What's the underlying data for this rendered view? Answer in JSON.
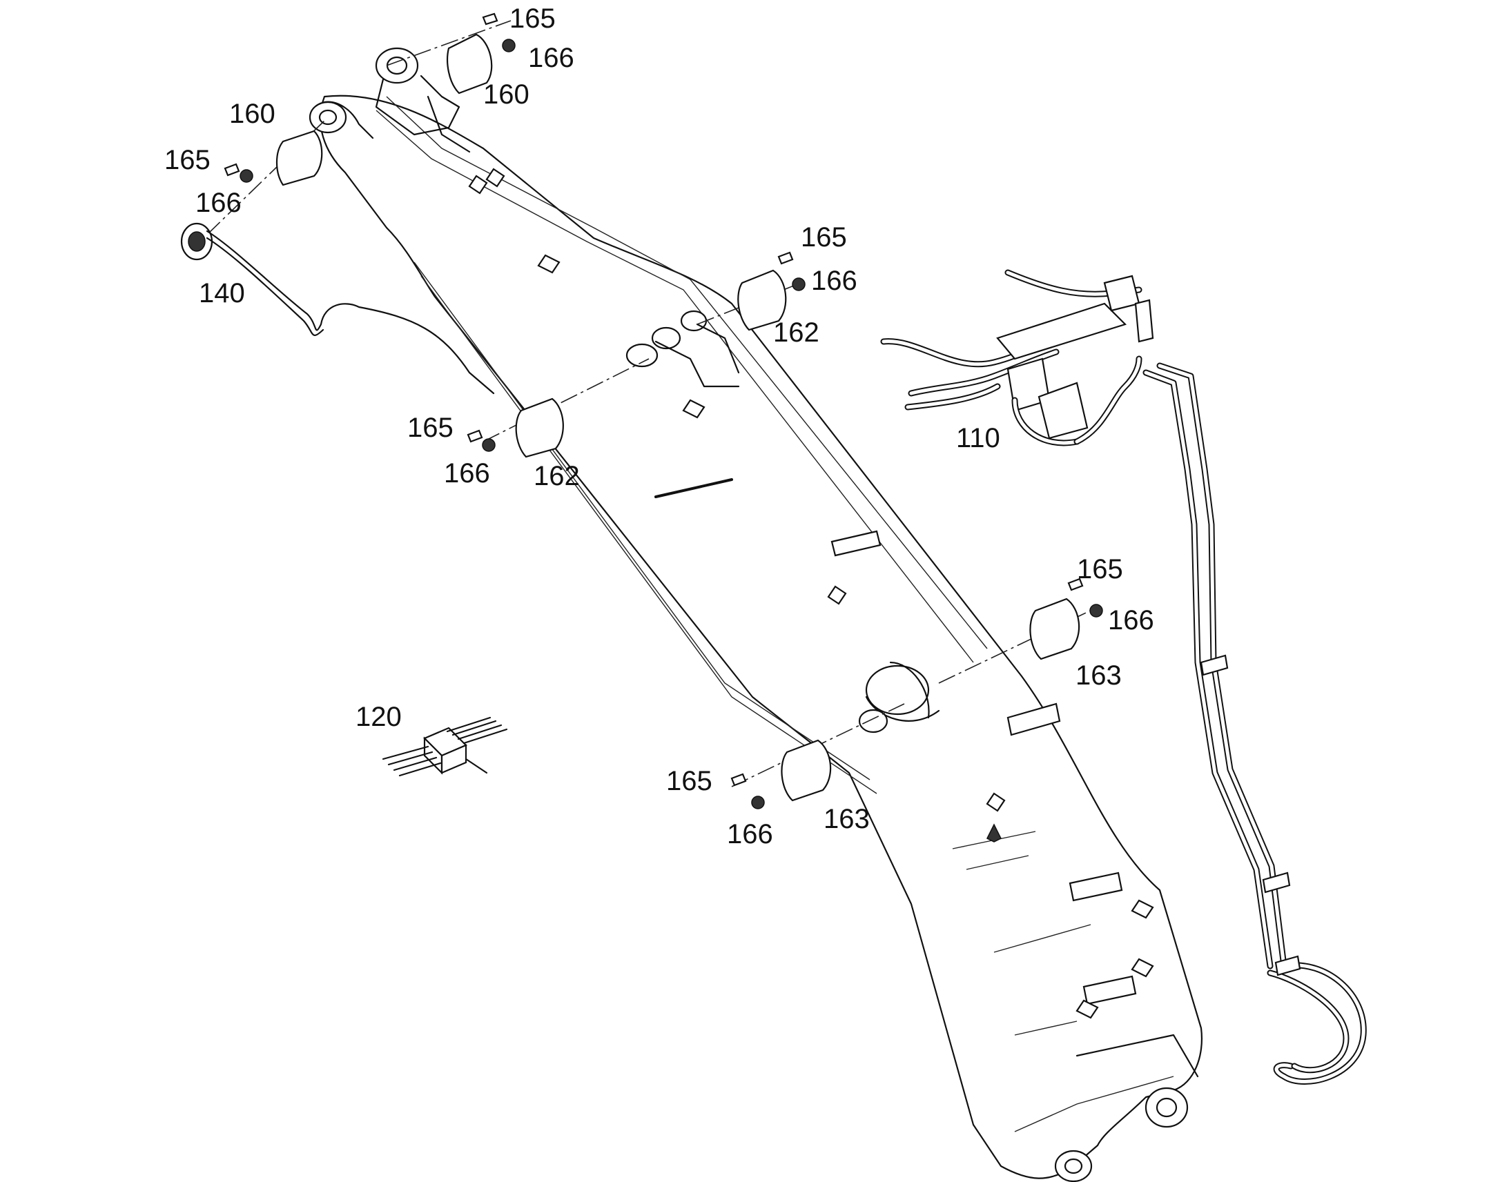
{
  "callouts": {
    "c110": "110",
    "c120": "120",
    "c140": "140",
    "c160a": "160",
    "c160b": "160",
    "c162a": "162",
    "c162b": "162",
    "c163a": "163",
    "c163b": "163",
    "c165a": "165",
    "c165b": "165",
    "c165c": "165",
    "c165d": "165",
    "c165e": "165",
    "c165f": "165",
    "c166a": "166",
    "c166b": "166",
    "c166c": "166",
    "c166d": "166",
    "c166e": "166",
    "c166f": "166"
  }
}
